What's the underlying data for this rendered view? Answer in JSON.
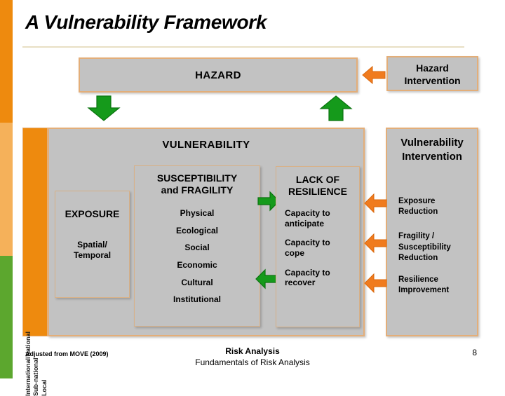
{
  "page_title": "A Vulnerability Framework",
  "colors": {
    "band_top": "#EE8A0E",
    "band_mid": "#F5B15A",
    "band_bottom": "#5CA72E",
    "box_fill": "#C2C2C2",
    "box_border": "#E3AE79",
    "green_arrow": "#159A1B",
    "orange_arrow": "#F07B1E",
    "scale_strip": "#EE8A0E"
  },
  "hazard": {
    "label": "HAZARD"
  },
  "hazard_intervention": {
    "label": "Hazard\nIntervention",
    "line1": "Hazard",
    "line2": "Intervention"
  },
  "vulnerability": {
    "label": "VULNERABILITY"
  },
  "scale": {
    "items": [
      "International/National",
      "Sub-national",
      "Local"
    ]
  },
  "exposure": {
    "head": "EXPOSURE",
    "sub_line1": "Spatial/",
    "sub_line2": "Temporal"
  },
  "susceptibility": {
    "head_line1": "SUSCEPTIBILITY",
    "head_line2": "and FRAGILITY",
    "items": [
      "Physical",
      "Ecological",
      "Social",
      "Economic",
      "Cultural",
      "Institutional"
    ]
  },
  "resilience": {
    "head_line1": "LACK OF",
    "head_line2": "RESILIENCE",
    "items": [
      "Capacity to\nanticipate",
      "Capacity to\ncope",
      "Capacity to\nrecover"
    ],
    "item_0_l1": "Capacity to",
    "item_0_l2": "anticipate",
    "item_1_l1": "Capacity to",
    "item_1_l2": "cope",
    "item_2_l1": "Capacity to",
    "item_2_l2": "recover"
  },
  "vulnerability_intervention": {
    "head_line1": "Vulnerability",
    "head_line2": "Intervention",
    "items": [
      "Exposure\nReduction",
      "Fragility /\nSusceptibility\nReduction",
      "Resilience\nImprovement"
    ],
    "item_0_l1": "Exposure",
    "item_0_l2": "Reduction",
    "item_1_l1": "Fragility /",
    "item_1_l2": "Susceptibility",
    "item_1_l3": "Reduction",
    "item_2_l1": "Resilience",
    "item_2_l2": "Improvement"
  },
  "footer": {
    "source": "Adjusted from MOVE (2009)",
    "title": "Risk Analysis",
    "subtitle": "Fundamentals of Risk Analysis",
    "page_number": "8"
  }
}
